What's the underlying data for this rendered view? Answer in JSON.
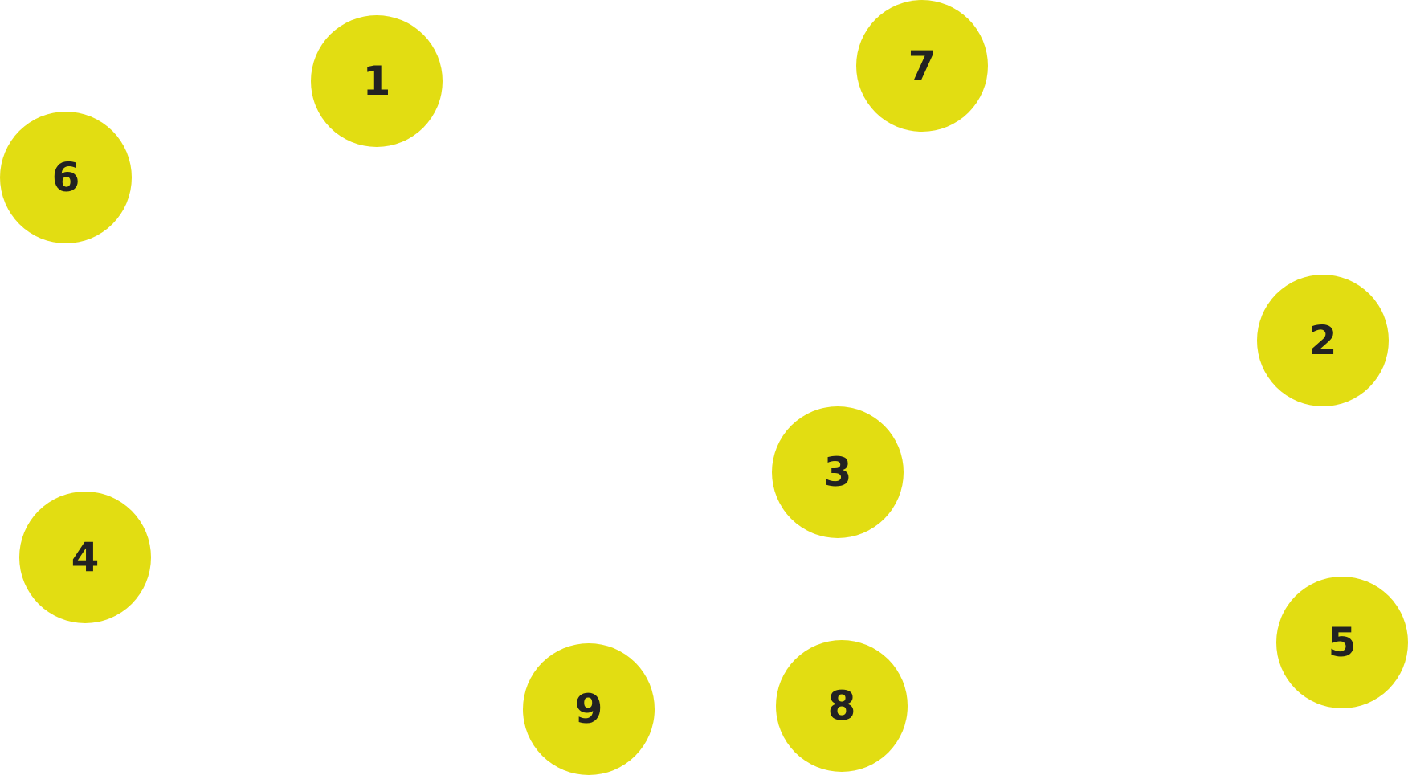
{
  "theme": {
    "dot_color": "#e2dd12",
    "label_color": "#222222"
  },
  "dots": [
    {
      "label": "1"
    },
    {
      "label": "2"
    },
    {
      "label": "3"
    },
    {
      "label": "4"
    },
    {
      "label": "5"
    },
    {
      "label": "6"
    },
    {
      "label": "7"
    },
    {
      "label": "8"
    },
    {
      "label": "9"
    }
  ]
}
